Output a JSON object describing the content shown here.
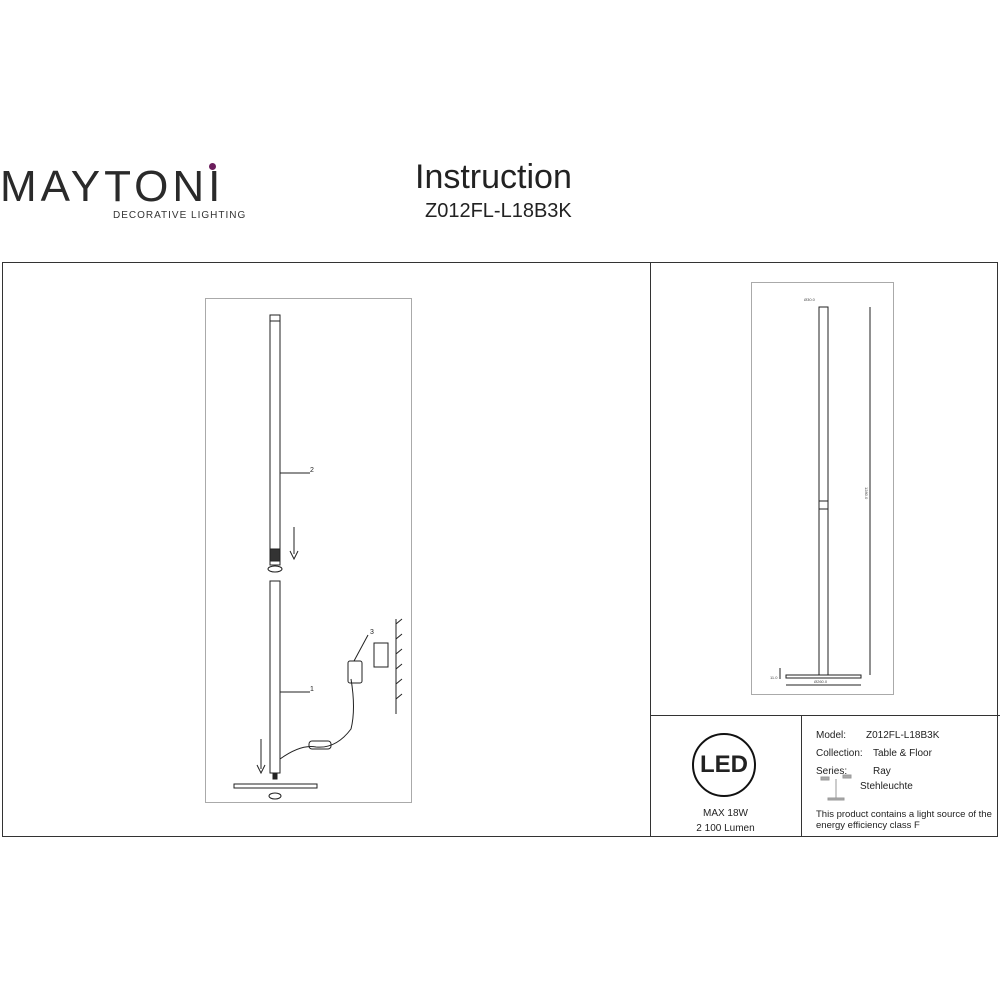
{
  "brand": {
    "name": "MAYTONI",
    "tagline": "DECORATIVE LIGHTING"
  },
  "header": {
    "title": "Instruction",
    "model": "Z012FL-L18B3K"
  },
  "assembly": {
    "callouts": [
      "1",
      "2",
      "3"
    ]
  },
  "dimensions": {
    "top": "Ø30.0",
    "height": "1280.0",
    "base": "Ø260.0",
    "base_h": "11.0"
  },
  "led": {
    "badge": "LED",
    "power": "MAX 18W",
    "lumen": "2 100 Lumen"
  },
  "spec": {
    "model_label": "Model:",
    "model_value": "Z012FL-L18B3K",
    "collection_label": "Collection:",
    "collection_value": "Table & Floor",
    "series_label": "Series:",
    "series_value": "Ray",
    "type": "Stehleuchte",
    "energy_line1": "This product contains a light source of the",
    "energy_line2": "energy efficiency class F"
  }
}
